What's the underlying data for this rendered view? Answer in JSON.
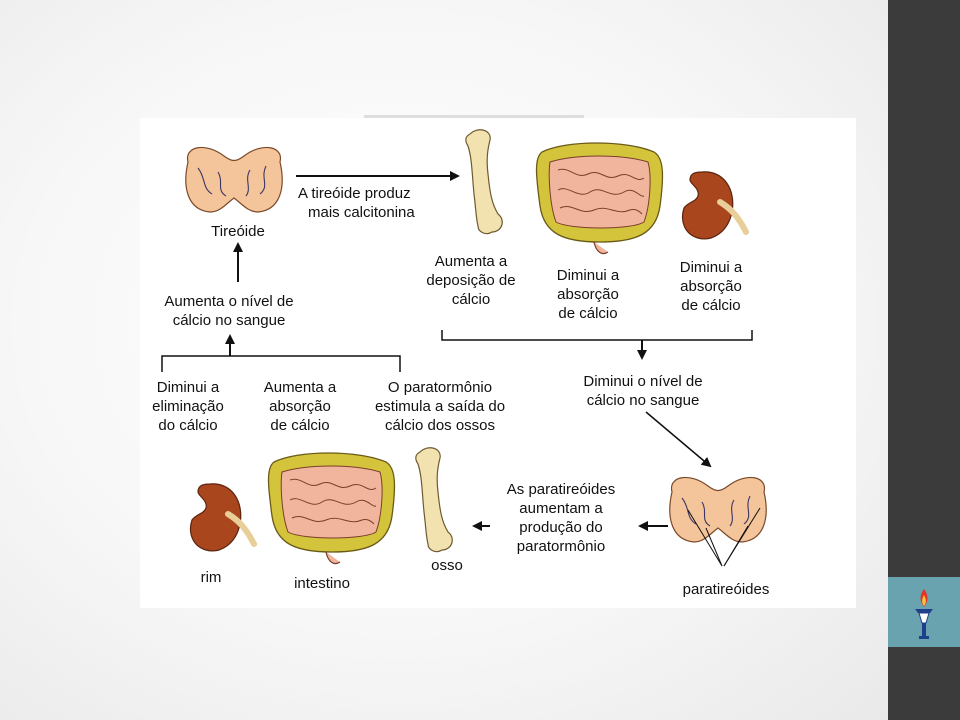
{
  "labels": {
    "tireoide": "Tireóide",
    "tireoide_produz_1": "A tireóide produz",
    "tireoide_produz_2": "mais calcitonina",
    "aumenta_deposicao_1": "Aumenta a",
    "aumenta_deposicao_2": "deposição de",
    "aumenta_deposicao_3": "cálcio",
    "diminui_absorcao_int_1": "Diminui a",
    "diminui_absorcao_int_2": "absorção",
    "diminui_absorcao_int_3": "de cálcio",
    "diminui_absorcao_rim_1": "Diminui a",
    "diminui_absorcao_rim_2": "absorção",
    "diminui_absorcao_rim_3": "de cálcio",
    "aumenta_nivel_1": "Aumenta o nível de",
    "aumenta_nivel_2": "cálcio no sangue",
    "diminui_nivel_1": "Diminui o nível de",
    "diminui_nivel_2": "cálcio no sangue",
    "diminui_eliminacao_1": "Diminui a",
    "diminui_eliminacao_2": "eliminação",
    "diminui_eliminacao_3": "do cálcio",
    "aumenta_absorcao_1": "Aumenta a",
    "aumenta_absorcao_2": "absorção",
    "aumenta_absorcao_3": "de cálcio",
    "paratormonio_estimula_1": "O paratormônio",
    "paratormonio_estimula_2": "estimula a saída do",
    "paratormonio_estimula_3": "cálcio dos ossos",
    "paratireoides_aumentam_1": "As paratireóides",
    "paratireoides_aumentam_2": "aumentam a",
    "paratireoides_aumentam_3": "produção do",
    "paratireoides_aumentam_4": "paratormônio",
    "rim": "rim",
    "intestino": "intestino",
    "osso": "osso",
    "paratireoides": "paratireóides"
  },
  "icons": {
    "logo": "torch-icon",
    "thyroid": "thyroid-icon",
    "bone": "bone-icon",
    "intestine": "intestine-icon",
    "kidney": "kidney-icon"
  },
  "colors": {
    "sidebar": "#3b3b3b",
    "logo_bg": "#6aa3b0",
    "organ_skin": "#f4c49a",
    "intestine_outer": "#d4c43c",
    "kidney": "#a9461e",
    "bone": "#f2e2b0"
  }
}
